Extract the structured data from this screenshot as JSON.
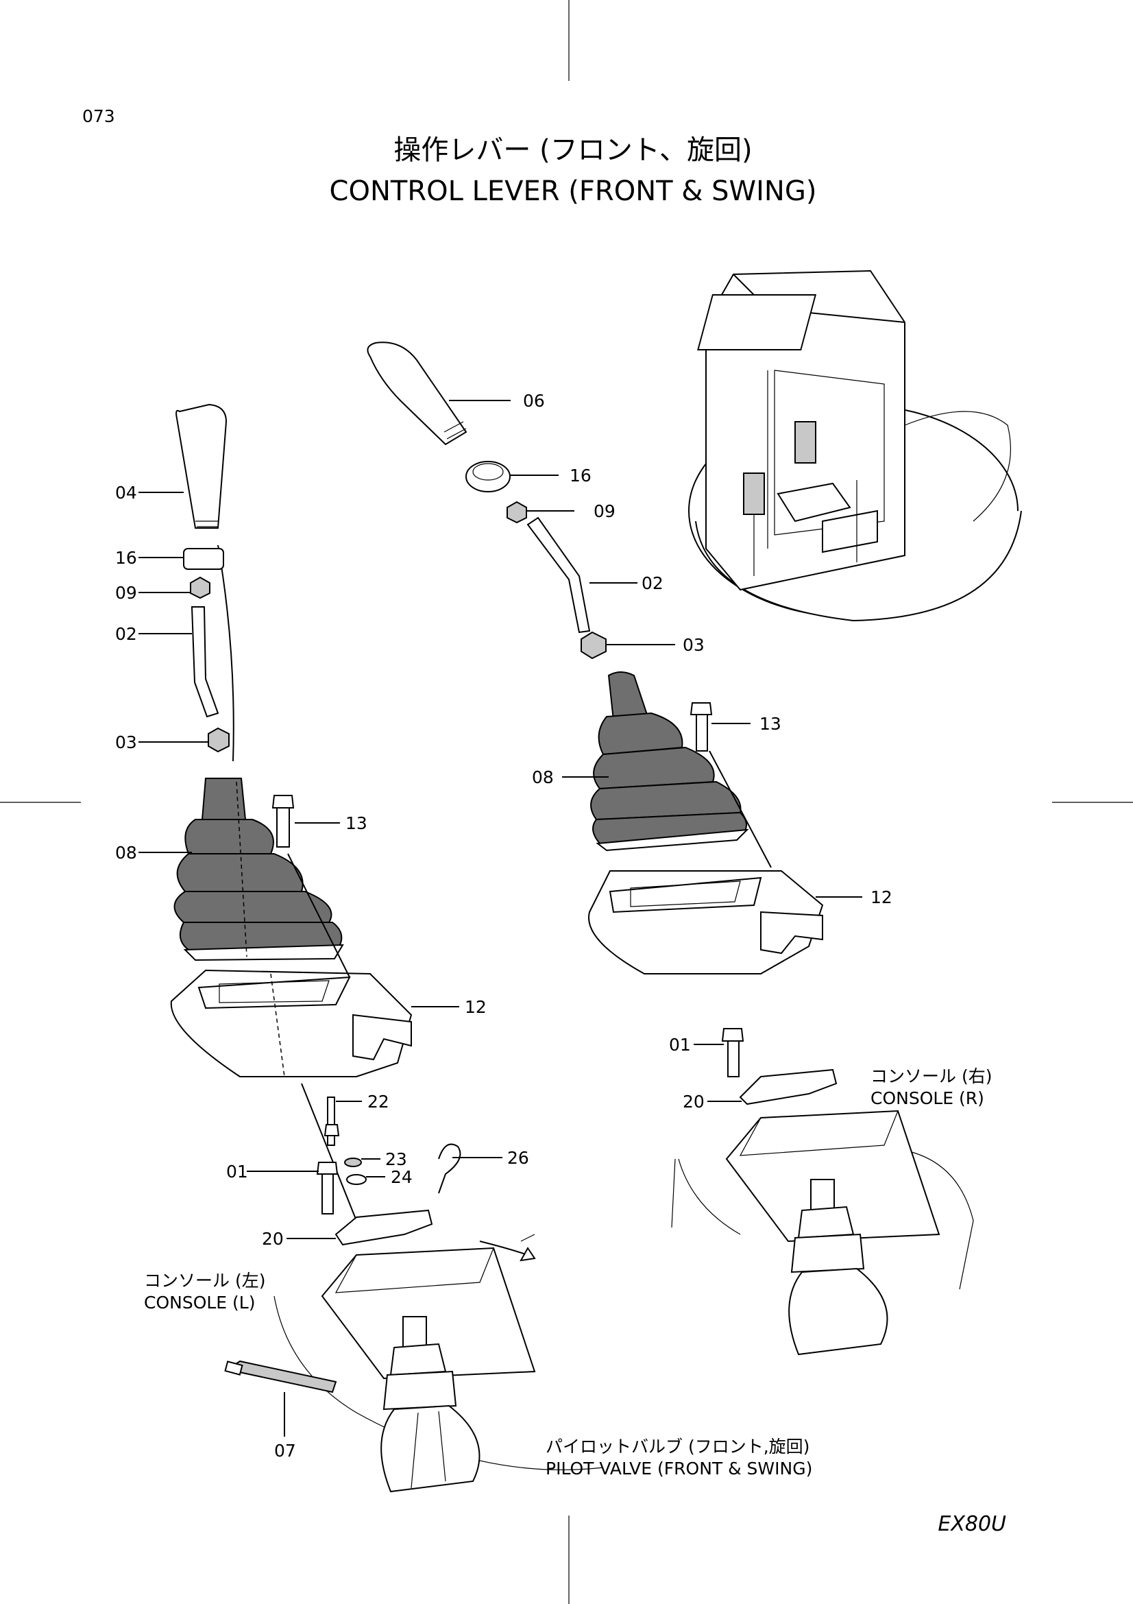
{
  "page_number": "073",
  "title_ja": "操作レバー (フロント、旋回)",
  "title_en": "CONTROL LEVER (FRONT & SWING)",
  "model": "EX80U",
  "labels": {
    "left": {
      "p04": "04",
      "p16": "16",
      "p09": "09",
      "p02": "02",
      "p03": "03",
      "p13": "13",
      "p08": "08",
      "p12": "12",
      "p22": "22",
      "p01": "01",
      "p23": "23",
      "p24": "24",
      "p26": "26",
      "p20": "20",
      "p07": "07"
    },
    "right": {
      "p06": "06",
      "p16": "16",
      "p09": "09",
      "p02": "02",
      "p03": "03",
      "p13": "13",
      "p08": "08",
      "p12": "12",
      "p01": "01",
      "p20": "20"
    }
  },
  "console_left": {
    "ja": "コンソール (左)",
    "en": "CONSOLE (L)"
  },
  "console_right": {
    "ja": "コンソール (右)",
    "en": "CONSOLE (R)"
  },
  "pilot_valve": {
    "ja": "パイロットバルブ (フロント,旋回)",
    "en": "PILOT VALVE (FRONT & SWING)"
  }
}
